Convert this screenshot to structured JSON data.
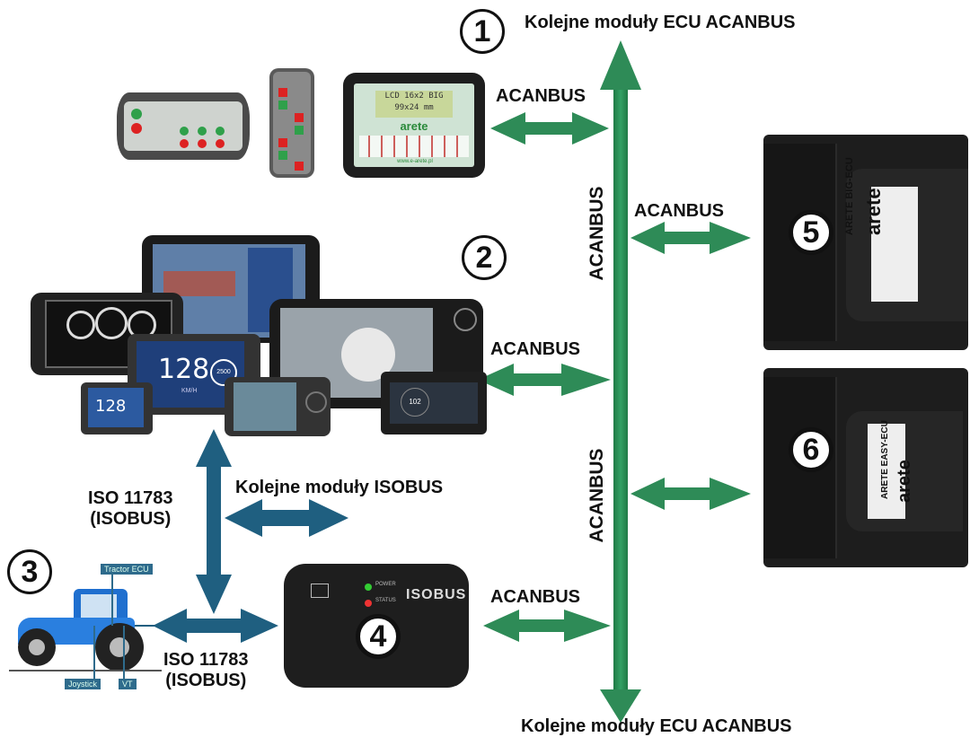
{
  "title": "ARETE ECU / ACANBUS / ISOBUS system architecture",
  "colors": {
    "acanbus_green": "#2e8b57",
    "isobus_blue": "#1f5f80",
    "text": "#111111",
    "device_dark": "#222222"
  },
  "markers": [
    {
      "id": "1",
      "label": "1"
    },
    {
      "id": "2",
      "label": "2"
    },
    {
      "id": "3",
      "label": "3"
    },
    {
      "id": "4",
      "label": "4"
    },
    {
      "id": "5",
      "label": "5"
    },
    {
      "id": "6",
      "label": "6"
    }
  ],
  "labels": {
    "top_modules": "Kolejne moduły ECU ACANBUS",
    "bottom_modules": "Kolejne moduły ECU ACANBUS",
    "acanbus": "ACANBUS",
    "bus_vertical_upper": "ACANBUS",
    "bus_vertical_lower": "ACANBUS",
    "isobus_modules": "Kolejne moduły ISOBUS",
    "iso_vertical_line1": "ISO 11783",
    "iso_vertical_line2": "(ISOBUS)",
    "iso_horizontal_line1": "ISO 11783",
    "iso_horizontal_line2": "(ISOBUS)"
  },
  "devices": {
    "panel_lcd": {
      "line1": "LCD 16x2 BIG",
      "line2": "99x24 mm",
      "brand": "arete",
      "url": "www.e-arete.pl"
    },
    "ecu_big": {
      "label": "ARETE BIG-ECU",
      "brand": "arete"
    },
    "ecu_easy": {
      "label": "ARETE EASY-ECU",
      "brand": "arete"
    },
    "isobus_box": {
      "logo": "ISOBUS",
      "led1": "POWER",
      "led2": "STATUS"
    },
    "tractor": {
      "tag_ecu": "Tractor ECU",
      "tag_joystick": "Joystick",
      "tag_vt": "VT"
    },
    "display_speed": "128",
    "display_rpm": "2500",
    "display_unit": "KM/H",
    "display_small_speed": "128",
    "display_gauge": "102"
  }
}
